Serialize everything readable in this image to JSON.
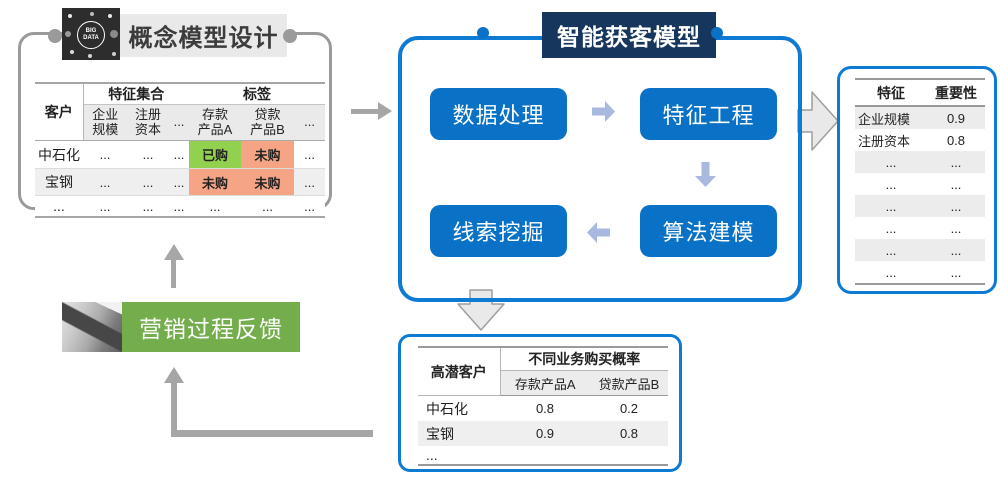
{
  "colors": {
    "accent_blue": "#0a72c6",
    "border_blue": "#0d7ad4",
    "navy": "#17365d",
    "periwinkle": "#a9b8de",
    "green_box": "#74ad4b",
    "highlight_green": "#92d050",
    "highlight_salmon": "#f6a486",
    "arrow_gray": "#a6a6a6",
    "block_arrow_fill": "#e9e9e9",
    "block_arrow_stroke": "#9e9e9e",
    "title_bar_gray": "#e9e9e9",
    "outline_gray": "#9a9a9a"
  },
  "concept_box": {
    "title": "概念模型设计",
    "icon_label": "BIG DATA",
    "table": {
      "corner_header": "客户",
      "group_headers": [
        "特征集合",
        "标签"
      ],
      "sub_headers": [
        "企业\n规模",
        "注册\n资本",
        "...",
        "存款\n产品A",
        "贷款\n产品B",
        "..."
      ],
      "rows": [
        {
          "name": "中石化",
          "cells": [
            "...",
            "...",
            "...",
            "已购",
            "未购",
            "..."
          ]
        },
        {
          "name": "宝钢",
          "cells": [
            "...",
            "...",
            "...",
            "未购",
            "未购",
            "..."
          ]
        },
        {
          "name": "...",
          "cells": [
            "...",
            "...",
            "...",
            "...",
            "...",
            "..."
          ]
        }
      ]
    }
  },
  "model_box": {
    "title": "智能获客模型",
    "steps": [
      "数据处理",
      "特征工程",
      "算法建模",
      "线索挖掘"
    ]
  },
  "feature_table": {
    "headers": [
      "特征",
      "重要性"
    ],
    "rows": [
      [
        "企业规模",
        "0.9"
      ],
      [
        "注册资本",
        "0.8"
      ],
      [
        "...",
        "..."
      ],
      [
        "...",
        "..."
      ],
      [
        "...",
        "..."
      ],
      [
        "...",
        "..."
      ],
      [
        "...",
        "..."
      ],
      [
        "...",
        "..."
      ]
    ]
  },
  "probability_box": {
    "corner_header": "高潜客户",
    "group_header": "不同业务购买概率",
    "sub_headers": [
      "存款产品A",
      "贷款产品B"
    ],
    "rows": [
      [
        "中石化",
        "0.8",
        "0.2"
      ],
      [
        "宝钢",
        "0.9",
        "0.8"
      ],
      [
        "...",
        "",
        ""
      ]
    ]
  },
  "feedback_box": {
    "label": "营销过程反馈"
  }
}
